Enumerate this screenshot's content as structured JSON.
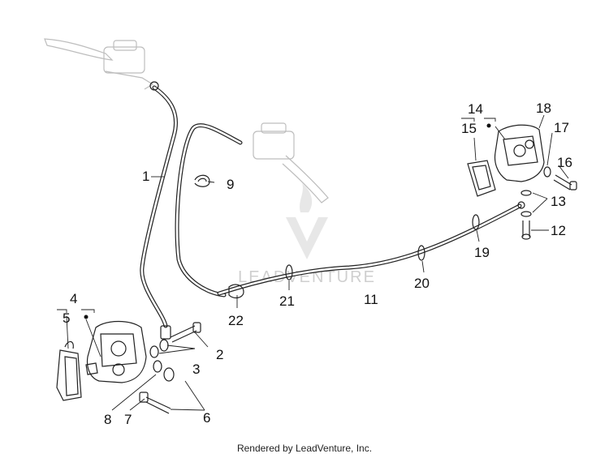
{
  "diagram": {
    "callouts": [
      "1",
      "2",
      "3",
      "4",
      "5",
      "6",
      "7",
      "8",
      "9",
      "11",
      "12",
      "13",
      "14",
      "15",
      "16",
      "17",
      "18",
      "19",
      "20",
      "21",
      "22"
    ]
  },
  "watermark": {
    "text": "LEADVENTURE"
  },
  "footer": {
    "text": "Rendered by LeadVenture, Inc."
  }
}
